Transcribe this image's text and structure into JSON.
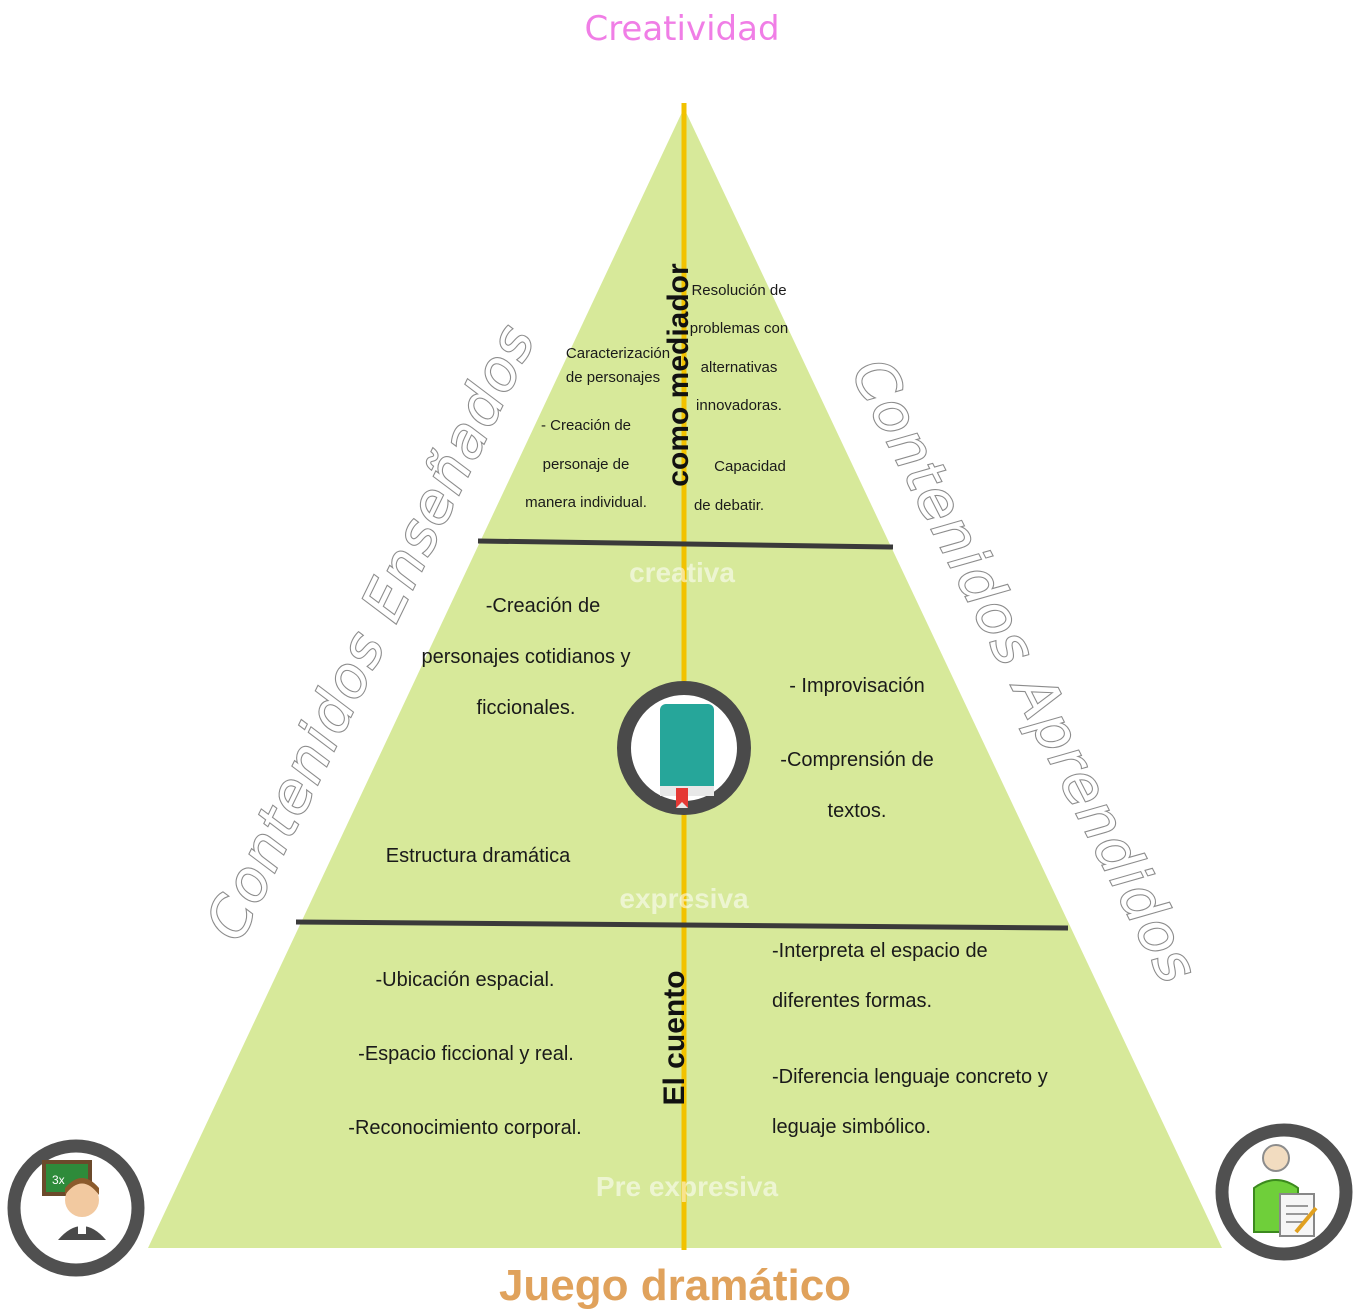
{
  "title_top": "Creatividad",
  "title_bottom": "Juego dramático",
  "side_left": "Contenidos Enseñados",
  "side_right": "Contenidos Aprendidos",
  "colors": {
    "pyramid_fill": "#d7e99a",
    "axis_line": "#f2c200",
    "divider": "#3a3a3a",
    "title_top": "#f07ee6",
    "title_bottom": "#e0a25c"
  },
  "tiers": {
    "top": {
      "vertical_label": "como mediador",
      "faint_label": "creativa",
      "left": {
        "item1_line1": "Caracterización",
        "item1_line2": "de personajes",
        "item2_line1": "- Creación de",
        "item2_line2": "personaje de",
        "item2_line3": "manera individual."
      },
      "right": {
        "item1_line1": "Resolución de",
        "item1_line2": "problemas con",
        "item1_line3": "alternativas",
        "item1_line4": "innovadoras.",
        "item2_line1": "Capacidad",
        "item2_line2": "de debatir."
      }
    },
    "middle": {
      "faint_label": "expresiva",
      "center_icon": "book-icon",
      "left": {
        "item1_line1": "-Creación de",
        "item1_line2": "personajes cotidianos y",
        "item1_line3": "ficcionales.",
        "item2": "Estructura dramática"
      },
      "right": {
        "item1": "-  Improvisación",
        "item2_line1": "-Comprensión de",
        "item2_line2": "textos."
      }
    },
    "bottom": {
      "vertical_label": "El cuento",
      "faint_label": "Pre expresiva",
      "left": {
        "item1": "-Ubicación espacial.",
        "item2": "-Espacio ficcional y real.",
        "item3": "-Reconocimiento corporal."
      },
      "right": {
        "item1_line1": "-Interpreta el espacio de",
        "item1_line2": "diferentes formas.",
        "item2_line1": "-Diferencia lenguaje concreto y",
        "item2_line2": "leguaje simbólico."
      }
    }
  },
  "corner_icons": {
    "left": "teacher-icon",
    "right": "student-icon"
  }
}
